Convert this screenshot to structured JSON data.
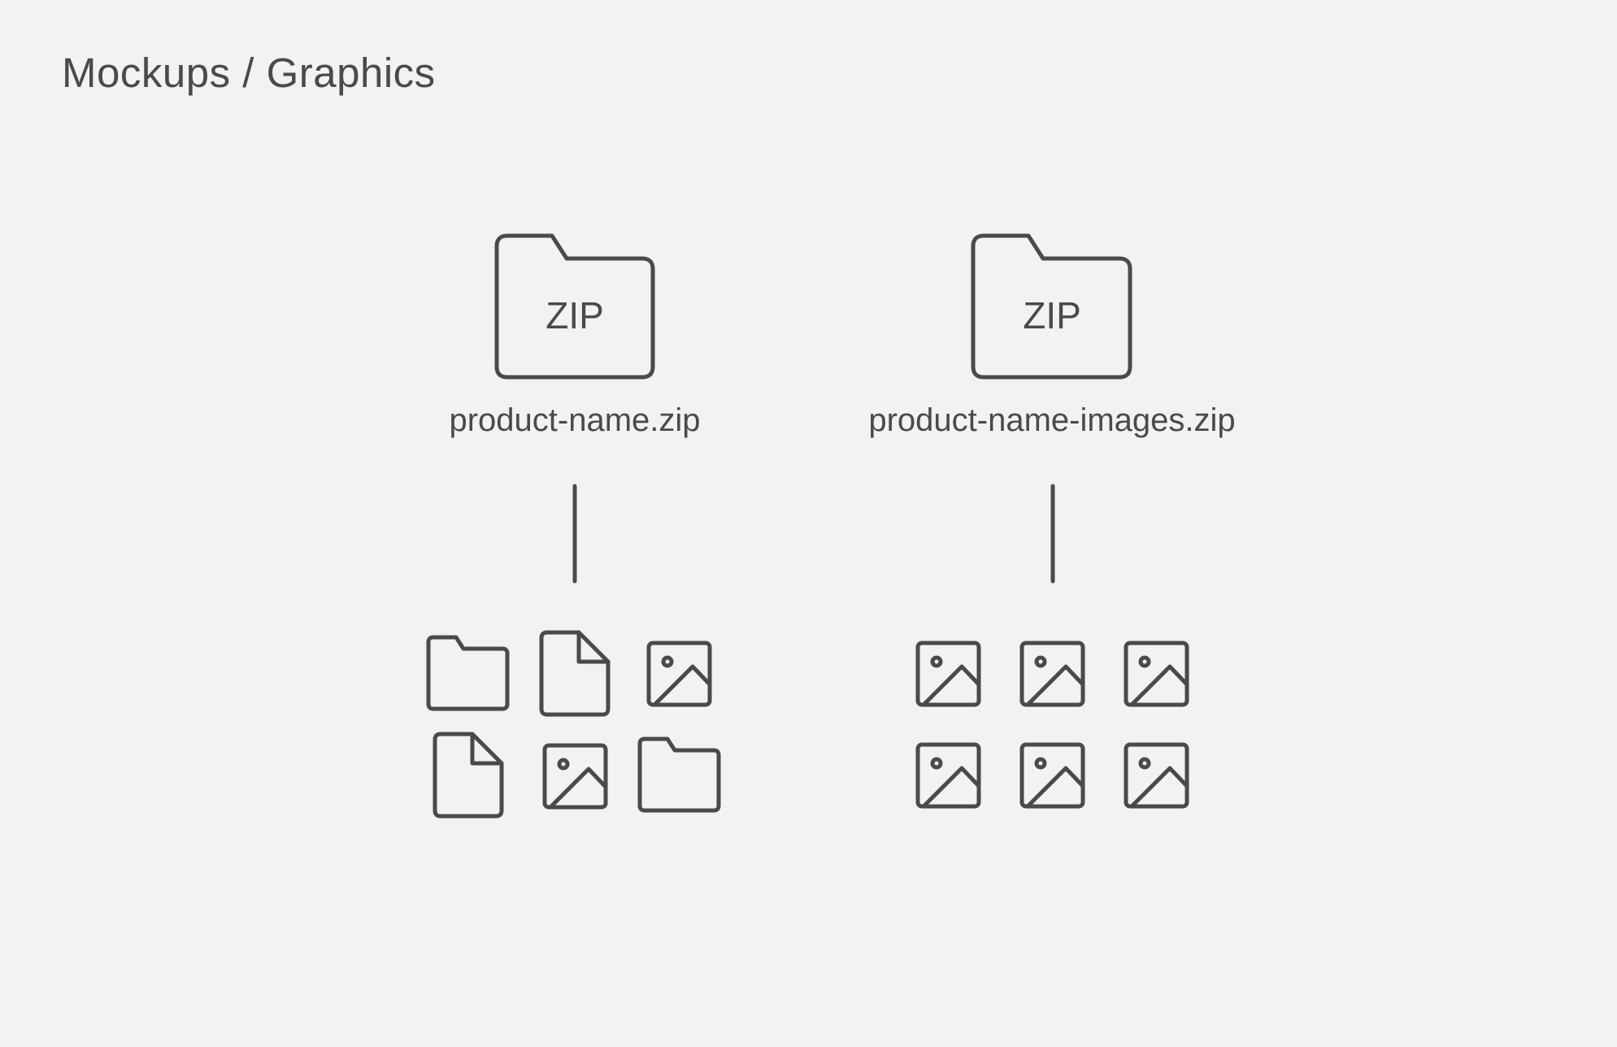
{
  "header": {
    "title": "Mockups / Graphics"
  },
  "archives": [
    {
      "zip_label": "ZIP",
      "filename": "product-name.zip",
      "contents": [
        "folder-icon",
        "document-icon",
        "image-icon",
        "document-icon",
        "image-icon",
        "folder-icon"
      ]
    },
    {
      "zip_label": "ZIP",
      "filename": "product-name-images.zip",
      "contents": [
        "image-icon",
        "image-icon",
        "image-icon",
        "image-icon",
        "image-icon",
        "image-icon"
      ]
    }
  ],
  "colors": {
    "background": "#f2f2f2",
    "stroke": "#4a4a4a",
    "text": "#4a4a4a"
  }
}
